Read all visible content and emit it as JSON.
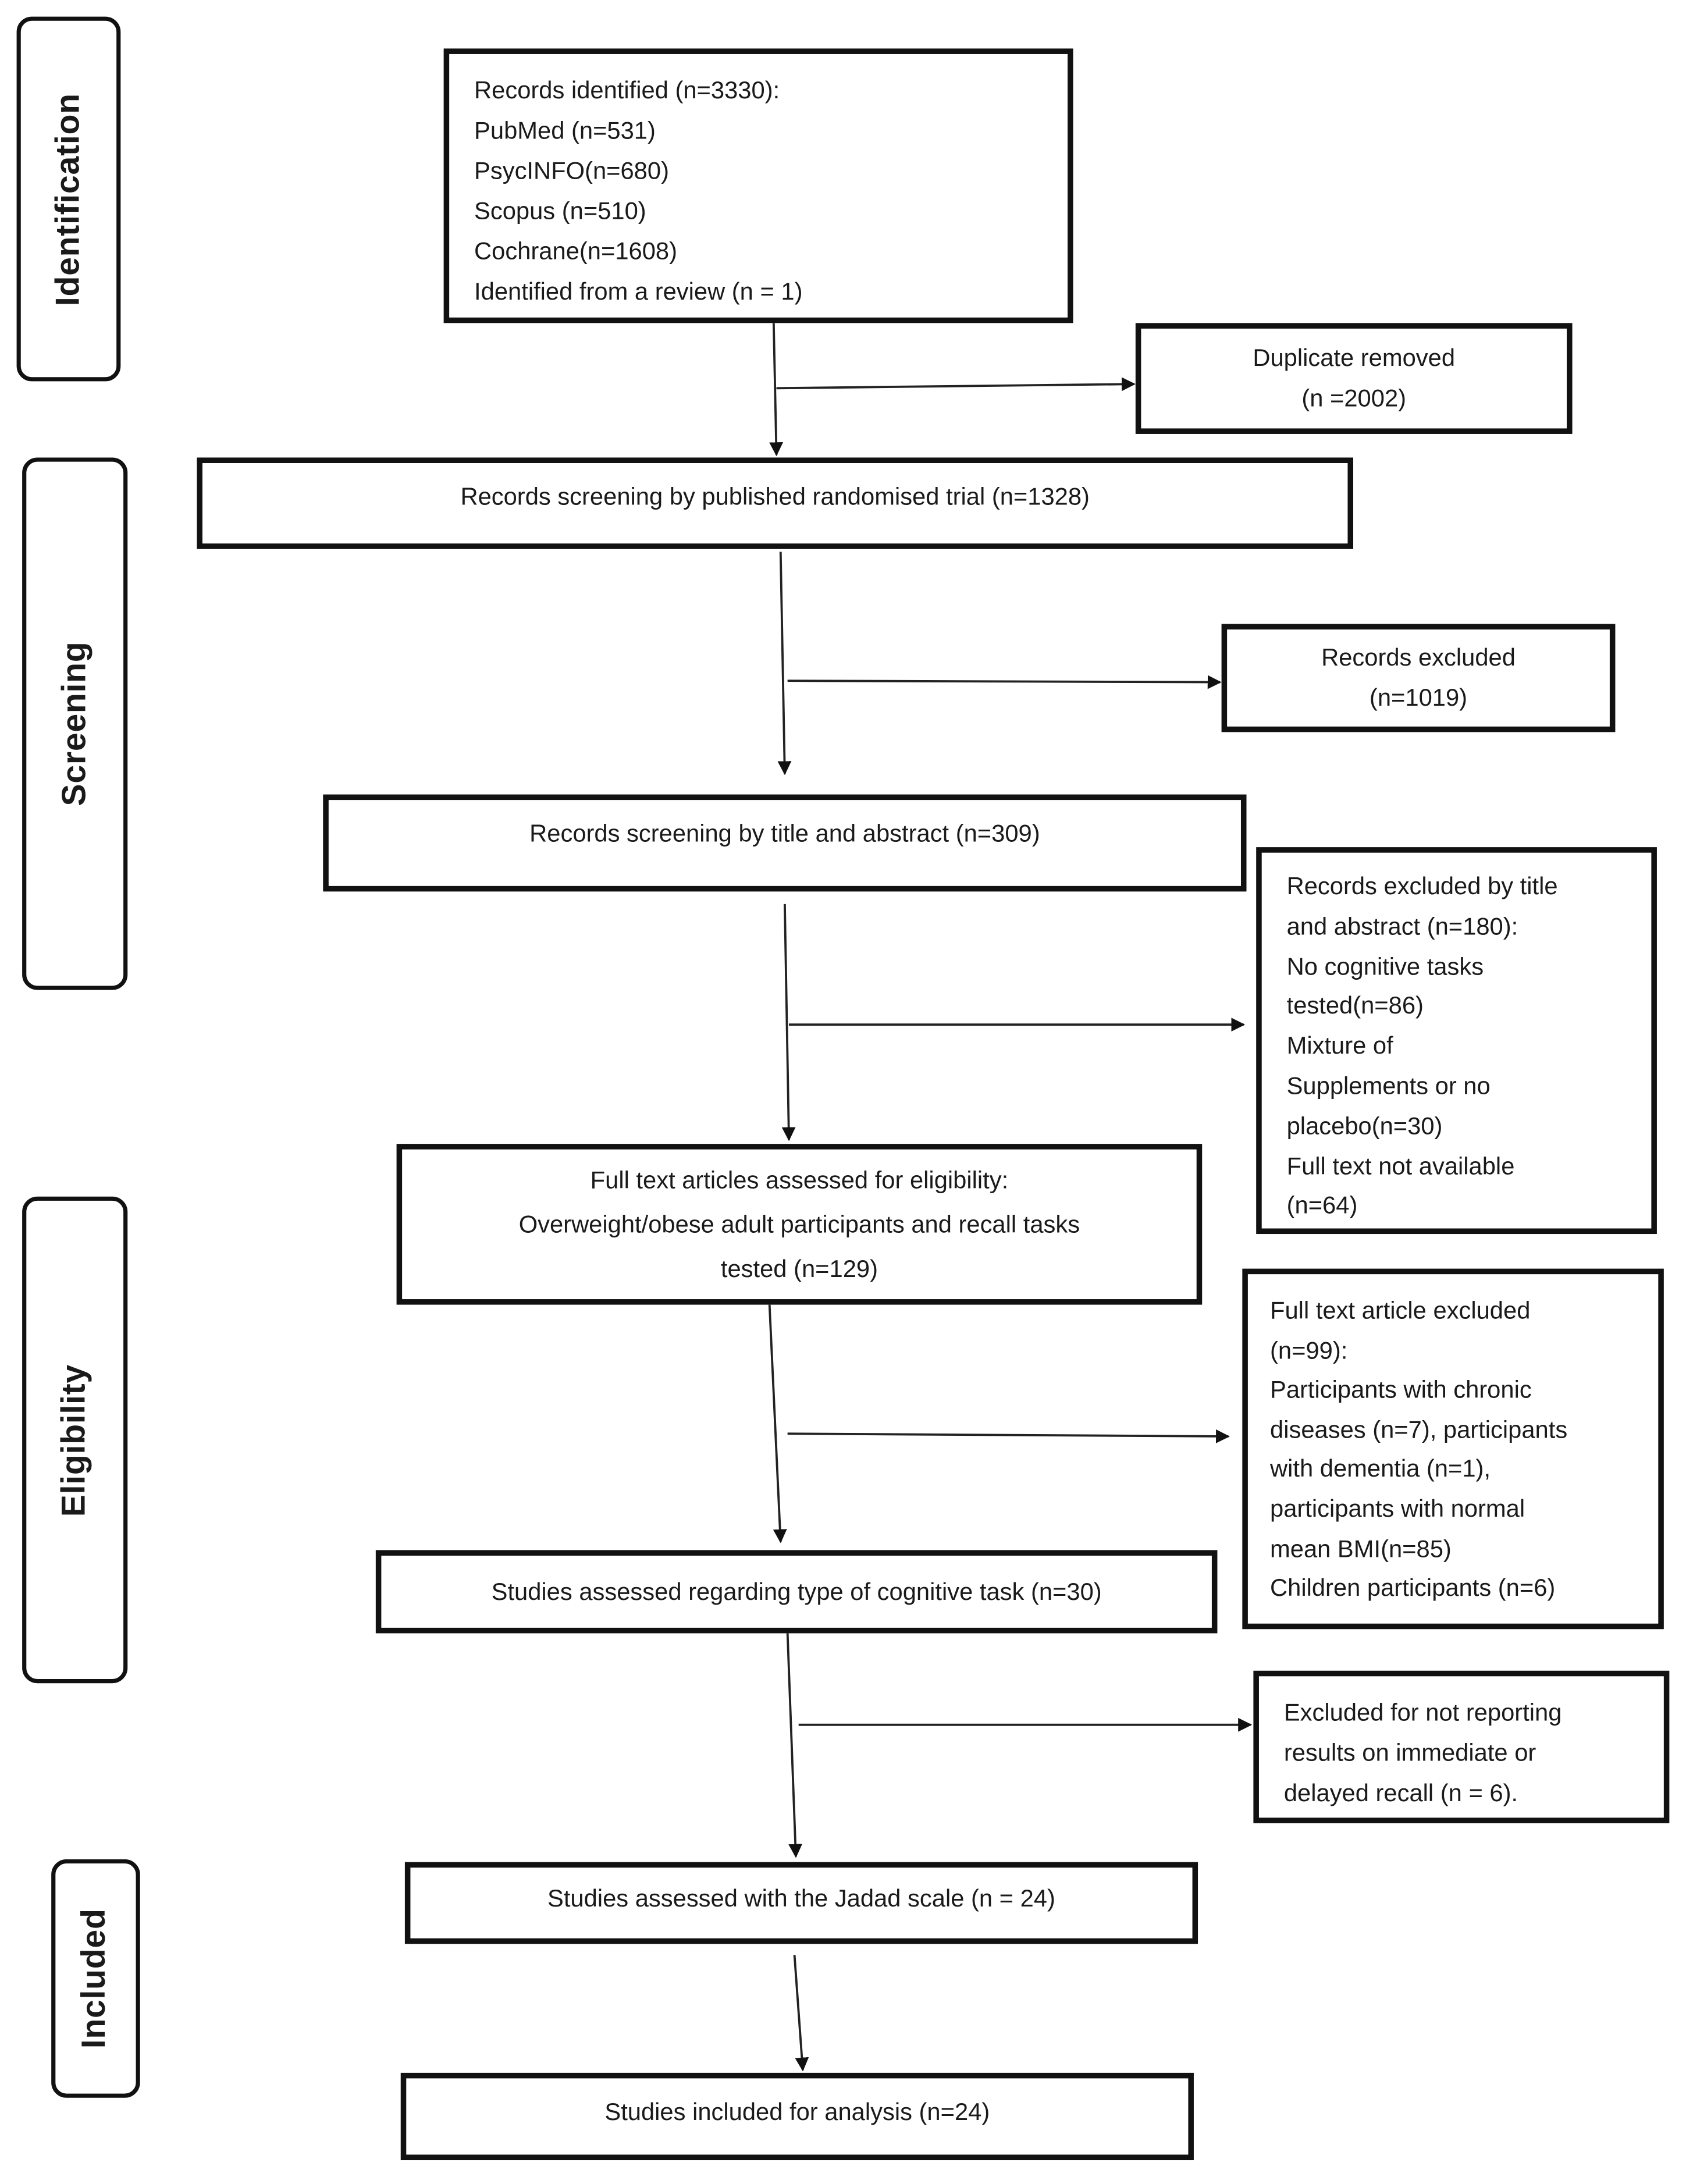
{
  "phases": {
    "identification": "Identification",
    "screening": "Screening",
    "eligibility": "Eligibility",
    "included": "Included"
  },
  "boxes": {
    "records_identified": [
      "Records identified (n=3330):",
      "PubMed (n=531)",
      "PsycINFO(n=680)",
      "Scopus (n=510)",
      "Cochrane(n=1608)",
      "Identified from a review (n = 1)"
    ],
    "duplicates_removed": [
      "Duplicate removed",
      "(n =2002)"
    ],
    "screening_randomised": "Records screening by published randomised trial (n=1328)",
    "records_excluded": [
      "Records excluded",
      "(n=1019)"
    ],
    "screening_title_abstract": "Records screening by title and abstract (n=309)",
    "excluded_title_abstract": [
      "Records excluded by title",
      "and abstract (n=180):",
      "No cognitive tasks",
      "tested(n=86)",
      "Mixture of",
      "Supplements or no",
      "placebo(n=30)",
      "Full text not available",
      "(n=64)"
    ],
    "full_text_assessed": [
      "Full text articles assessed for eligibility:",
      "Overweight/obese adult participants and recall tasks",
      "tested (n=129)"
    ],
    "full_text_excluded": [
      "Full text article excluded",
      "(n=99):",
      " Participants with chronic",
      "diseases (n=7), participants",
      "with dementia (n=1),",
      "participants with normal",
      "mean BMI(n=85)",
      "Children participants (n=6)"
    ],
    "cognitive_task": "Studies assessed regarding type of cognitive task (n=30)",
    "excluded_recall": [
      "Excluded for not reporting",
      "results on immediate or",
      "delayed recall (n = 6)."
    ],
    "jadad": "Studies assessed with the Jadad scale (n = 24)",
    "included_analysis": "Studies included for analysis (n=24)"
  }
}
